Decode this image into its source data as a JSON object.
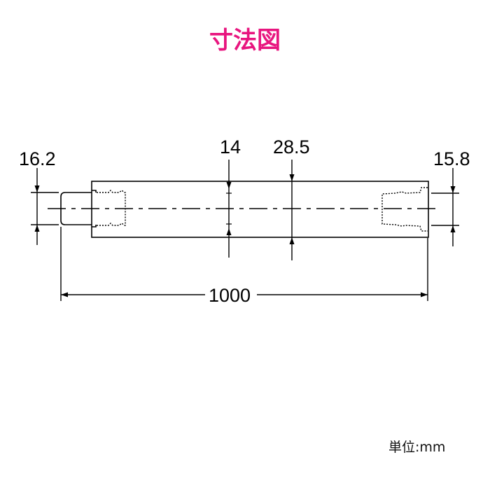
{
  "title": "寸法図",
  "colors": {
    "title": "#e8157f",
    "line": "#000000"
  },
  "dimensions": {
    "left_outer_diameter": "16.2",
    "inner_diameter": "14",
    "body_diameter": "28.5",
    "right_outer_diameter": "15.8",
    "total_length": "1000"
  },
  "unit_label": "単位:mm"
}
